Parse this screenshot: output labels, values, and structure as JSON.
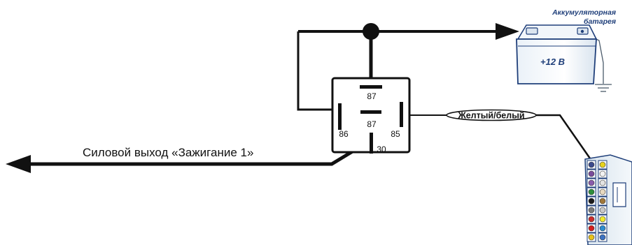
{
  "battery": {
    "title_line1": "Аккумуляторная",
    "title_line2": "батарея",
    "voltage": "+12 В"
  },
  "relay": {
    "pin_top": "87",
    "pin_center": "87",
    "pin_left": "86",
    "pin_right": "85",
    "pin_bottom": "30"
  },
  "wire_label": "Желтый/белый",
  "output_label": "Силовой выход «Зажигание 1»",
  "connector": {
    "left_colors": [
      "#3b4a8c",
      "#7a4c9a",
      "#8a5cab",
      "#2e8f3a",
      "#1a1a1a",
      "#7b7b7b",
      "#cc2b2b",
      "#d41e1e",
      "#e8c21a"
    ],
    "right_colors": [
      "#e7d21c",
      "#f2f2f2",
      "#e3e3e3",
      "#e8d9c0",
      "#a0773a",
      "#c9c9c9",
      "#f0ea2a",
      "#2c8ccf",
      "#3c72c2"
    ]
  }
}
